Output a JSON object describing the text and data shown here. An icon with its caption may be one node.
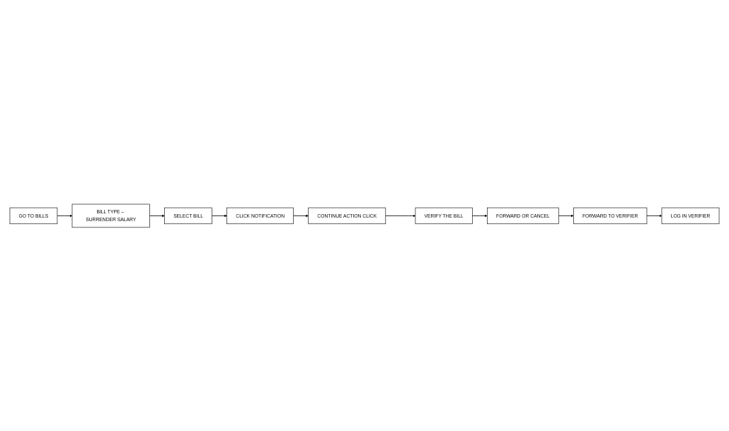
{
  "diagram": {
    "nodes": [
      {
        "text": [
          "GO TO BILLS"
        ]
      },
      {
        "text": [
          "BILL TYPE – SURRENDER SALARY"
        ]
      },
      {
        "text": [
          "SELECT BILL"
        ]
      },
      {
        "text": [
          "CLICK NOTIFICATION"
        ]
      },
      {
        "text": [
          "CONTINUE ACTION CLICK"
        ]
      },
      {
        "text": [
          "VERIFY THE BILL"
        ]
      },
      {
        "text": [
          "FORWARD OR CANCEL"
        ]
      },
      {
        "text": [
          "FORWARD TO VERIFIER"
        ]
      },
      {
        "text": [
          "LOG IN VERIFIER"
        ]
      }
    ],
    "edges": [
      {
        "from": 0,
        "to": 1,
        "arrow": "to"
      },
      {
        "from": 1,
        "to": 2,
        "arrow": "to"
      },
      {
        "from": 2,
        "to": 3,
        "arrow": "to"
      },
      {
        "from": 3,
        "to": 4,
        "arrow": "to"
      },
      {
        "from": 4,
        "to": 5,
        "arrow": "to"
      },
      {
        "from": 5,
        "to": 6,
        "arrow": "to"
      },
      {
        "from": 6,
        "to": 7,
        "arrow": "to"
      },
      {
        "from": 7,
        "to": 8,
        "arrow": "to"
      }
    ]
  }
}
